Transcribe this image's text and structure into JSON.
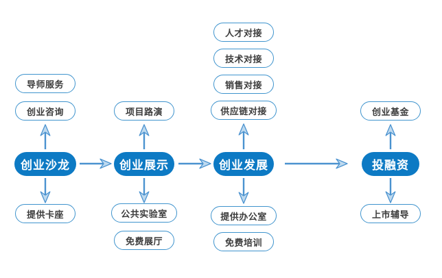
{
  "colors": {
    "primary": "#0d7ac4",
    "pill_border": "#3e93cd",
    "pill_text": "#3c3c3c",
    "arrow_stroke": "#4a92cf",
    "arrow_head_fill": "#bdd9ef",
    "background": "#ffffff",
    "main_text": "#ffffff"
  },
  "flow_order": [
    "创业沙龙",
    "创业展示",
    "创业发展",
    "投融资"
  ],
  "columns": [
    {
      "main": "创业沙龙",
      "top_items": [
        "导师服务",
        "创业咨询"
      ],
      "bottom_items": [
        "提供卡座"
      ]
    },
    {
      "main": "创业展示",
      "top_items": [
        "项目路演"
      ],
      "bottom_items": [
        "公共实验室",
        "免费展厅"
      ]
    },
    {
      "main": "创业发展",
      "top_items": [
        "人才对接",
        "技术对接",
        "销售对接",
        "供应链对接"
      ],
      "bottom_items": [
        "提供办公室",
        "免费培训"
      ]
    },
    {
      "main": "投融资",
      "top_items": [
        "创业基金"
      ],
      "bottom_items": [
        "上市辅导"
      ]
    }
  ]
}
